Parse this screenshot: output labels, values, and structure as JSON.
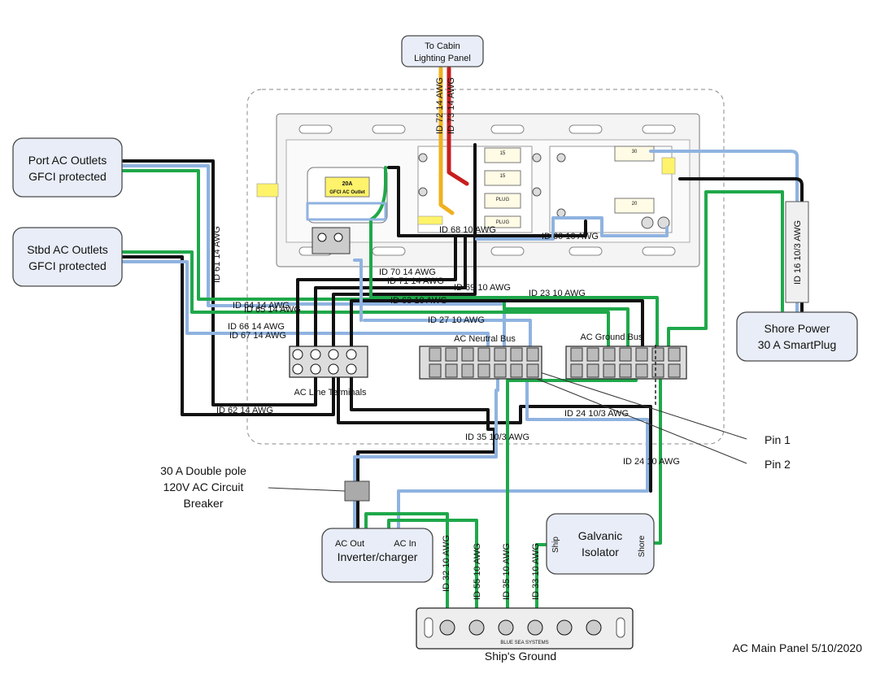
{
  "title": "AC Main Panel 5/10/2020",
  "boxes": {
    "cabin": [
      "To Cabin",
      "Lighting Panel"
    ],
    "port": [
      "Port AC Outlets",
      "GFCI protected"
    ],
    "stbd": [
      "Stbd AC Outlets",
      "GFCI protected"
    ],
    "shore": [
      "Shore Power",
      "30 A SmartPlug"
    ],
    "inverter": {
      "out": "AC Out",
      "in": "AC In",
      "name": "Inverter/charger"
    },
    "galvanic": {
      "name1": "Galvanic",
      "name2": "Isolator",
      "ship": "Ship",
      "shore": "Shore"
    },
    "breaker": [
      "30 A Double pole",
      "120V AC Circuit",
      "Breaker"
    ]
  },
  "buses": {
    "line": "AC Line Terminals",
    "neutral": "AC Neutral Bus",
    "ground": "AC Ground Bus",
    "ships_ground": "Ship's Ground",
    "bss": "BLUE SEA SYSTEMS"
  },
  "pins": [
    "Pin 1",
    "Pin 2"
  ],
  "panel_labels": {
    "gfci": [
      "20A",
      "GFCI AC Outlet"
    ],
    "breaker_15a": "15",
    "breaker_30": "30",
    "breaker_20": "20",
    "plug": "PLUG"
  },
  "wires": [
    {
      "id": "ID 72 14 AWG"
    },
    {
      "id": "ID 73 14 AWG"
    },
    {
      "id": "ID 61 14 AWG"
    },
    {
      "id": "ID 62 14 AWG"
    },
    {
      "id": "ID 64 14 AWG"
    },
    {
      "id": "ID 65 14 AWG"
    },
    {
      "id": "ID 66 14 AWG"
    },
    {
      "id": "ID 67 14 AWG"
    },
    {
      "id": "ID 68 10 AWG"
    },
    {
      "id": "ID 60 10 AWG"
    },
    {
      "id": "ID 70 14 AWG"
    },
    {
      "id": "ID 71 14 AWG"
    },
    {
      "id": "ID 69 10 AWG"
    },
    {
      "id": "ID 23 10 AWG"
    },
    {
      "id": "ID 63 10 AWG"
    },
    {
      "id": "ID 27 10 AWG"
    },
    {
      "id": "ID 16 10/3 AWG"
    },
    {
      "id": "ID 24 10/3 AWG"
    },
    {
      "id": "ID 35 10/3 AWG"
    },
    {
      "id": "ID 24 10 AWG"
    },
    {
      "id": "ID 32 10 AWG"
    },
    {
      "id": "ID 55 10 AWG"
    },
    {
      "id": "ID 35 10 AWG"
    },
    {
      "id": "ID 33 10 AWG"
    }
  ],
  "colors": {
    "hot": "#111111",
    "neutral": "#8fb3e0",
    "ground": "#1fa84a",
    "red": "#c81e1e",
    "yellow": "#f0b020"
  }
}
